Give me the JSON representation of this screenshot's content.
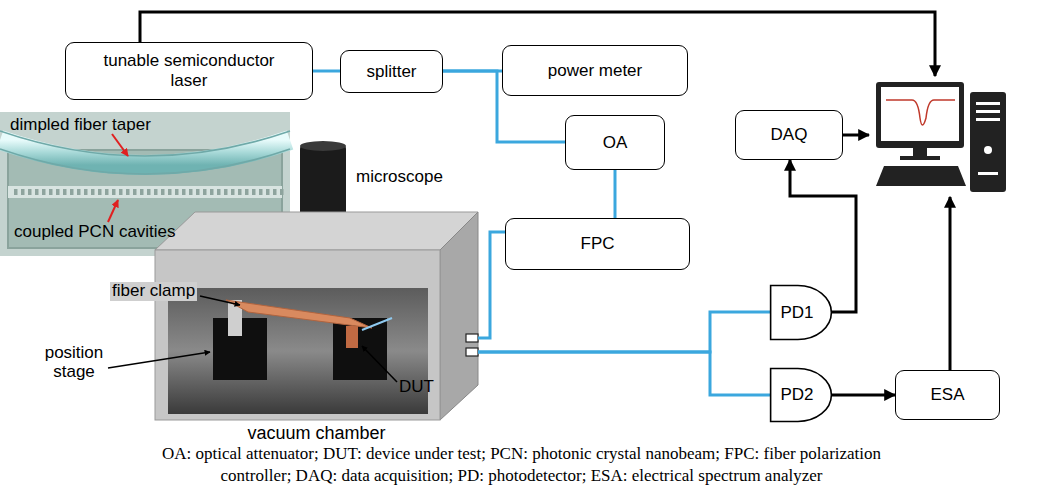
{
  "diagram": {
    "caption": "OA: optical attenuator; DUT: device under test; PCN: photonic crystal nanobeam; FPC: fiber polarization controller; DAQ: data acquisition; PD: photodetector; ESA: electrical spectrum analyzer",
    "nodes": [
      {
        "text": [
          "tunable semiconductor laser"
        ]
      },
      {
        "text": [
          "splitter"
        ]
      },
      {
        "text": [
          "power meter"
        ]
      },
      {
        "text": [
          "OA"
        ]
      },
      {
        "text": [
          "FPC"
        ]
      },
      {
        "text": [
          "DAQ"
        ]
      },
      {
        "text": [
          "vacuum chamber"
        ]
      },
      {
        "text": [
          "PD1"
        ]
      },
      {
        "text": [
          "PD2"
        ]
      },
      {
        "text": [
          "ESA"
        ]
      }
    ],
    "edges": [
      {
        "from": 0,
        "to": 1,
        "arrow": "none"
      },
      {
        "from": 1,
        "to": 2,
        "arrow": "none"
      },
      {
        "from": 1,
        "to": 3,
        "arrow": "none"
      },
      {
        "from": 3,
        "to": 4,
        "arrow": "none"
      },
      {
        "from": 4,
        "to": 6,
        "arrow": "none"
      },
      {
        "from": 6,
        "to": 7,
        "arrow": "none"
      },
      {
        "from": 6,
        "to": 8,
        "arrow": "none"
      },
      {
        "from": 7,
        "to": 5,
        "arrow": "to"
      },
      {
        "from": 8,
        "to": 9,
        "arrow": "to"
      }
    ],
    "labels": [
      "microscope",
      "dimpled fiber taper",
      "coupled PCN cavities",
      "fiber clamp",
      "position stage",
      "DUT"
    ]
  }
}
